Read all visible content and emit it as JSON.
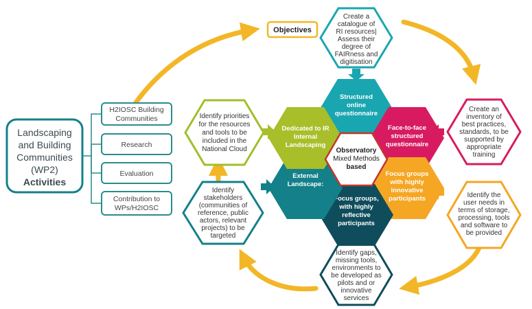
{
  "colors": {
    "teal": "#1aa6b0",
    "dark_teal": "#13808a",
    "navy": "#0f4c5c",
    "lime": "#a8bf2a",
    "magenta": "#d81b60",
    "orange": "#f5a623",
    "yellow_arrow": "#f3b626",
    "olive_outline": "#9fbf2a",
    "box_outline": "#2a8c8c"
  },
  "main": {
    "lines": [
      "Landscaping",
      "and Building",
      "Communities",
      "(WP2)"
    ],
    "bold_line": "Activities"
  },
  "side_boxes": [
    {
      "lines": [
        "H2IOSC Building",
        "Communities"
      ]
    },
    {
      "lines": [
        "Research"
      ]
    },
    {
      "lines": [
        "Evaluation"
      ]
    },
    {
      "lines": [
        "Contribution to",
        "WPs/H2IOSC"
      ]
    }
  ],
  "objectives": "Objectives",
  "center": {
    "lines": [
      "Observatory",
      "Mixed Methods",
      "based"
    ]
  },
  "inner_hexes": [
    {
      "id": "top",
      "lines": [
        "Structured",
        "online",
        "questionnaire"
      ]
    },
    {
      "id": "upper-right",
      "lines": [
        "Face-to-face",
        "structured",
        "questionnaire"
      ]
    },
    {
      "id": "lower-right",
      "lines": [
        "Focus groups",
        "with highly",
        "innovative",
        "participants"
      ]
    },
    {
      "id": "bottom",
      "lines": [
        "Focus groups,",
        "with highly",
        "reflective",
        "participants"
      ]
    },
    {
      "id": "lower-left",
      "lines": [
        "External",
        "Landscape:"
      ]
    },
    {
      "id": "upper-left",
      "lines": [
        "Dedicated to IR",
        "Internal",
        "Landscaping"
      ]
    }
  ],
  "outer_hexes": [
    {
      "id": "top",
      "lines": [
        "Create a",
        "catalogue of",
        "RI resources|",
        "Assess their",
        "degree of",
        "FAIRness and",
        "digitisation"
      ]
    },
    {
      "id": "right",
      "lines": [
        "Create an",
        "inventory of",
        "best practices,",
        "standards, to be",
        "supported by",
        "appropriate",
        "training"
      ]
    },
    {
      "id": "lower-right",
      "lines": [
        "Identify the",
        "user needs in",
        "terms of storage,",
        "processing, tools",
        "and software to",
        "be provided"
      ]
    },
    {
      "id": "bottom",
      "lines": [
        "Identify gaps,",
        "missing tools,",
        "environments to",
        "be developed as",
        "pilots and or",
        "innovative",
        "services"
      ]
    },
    {
      "id": "lower-left",
      "lines": [
        "Identify",
        "stakeholders",
        "(communities of",
        "reference, public",
        "actors, relevant",
        "projects) to be",
        "targeted"
      ]
    },
    {
      "id": "upper-left",
      "lines": [
        "Identify priorities",
        "for the resources",
        "and tools to be",
        "included in the",
        "National Cloud"
      ]
    }
  ]
}
